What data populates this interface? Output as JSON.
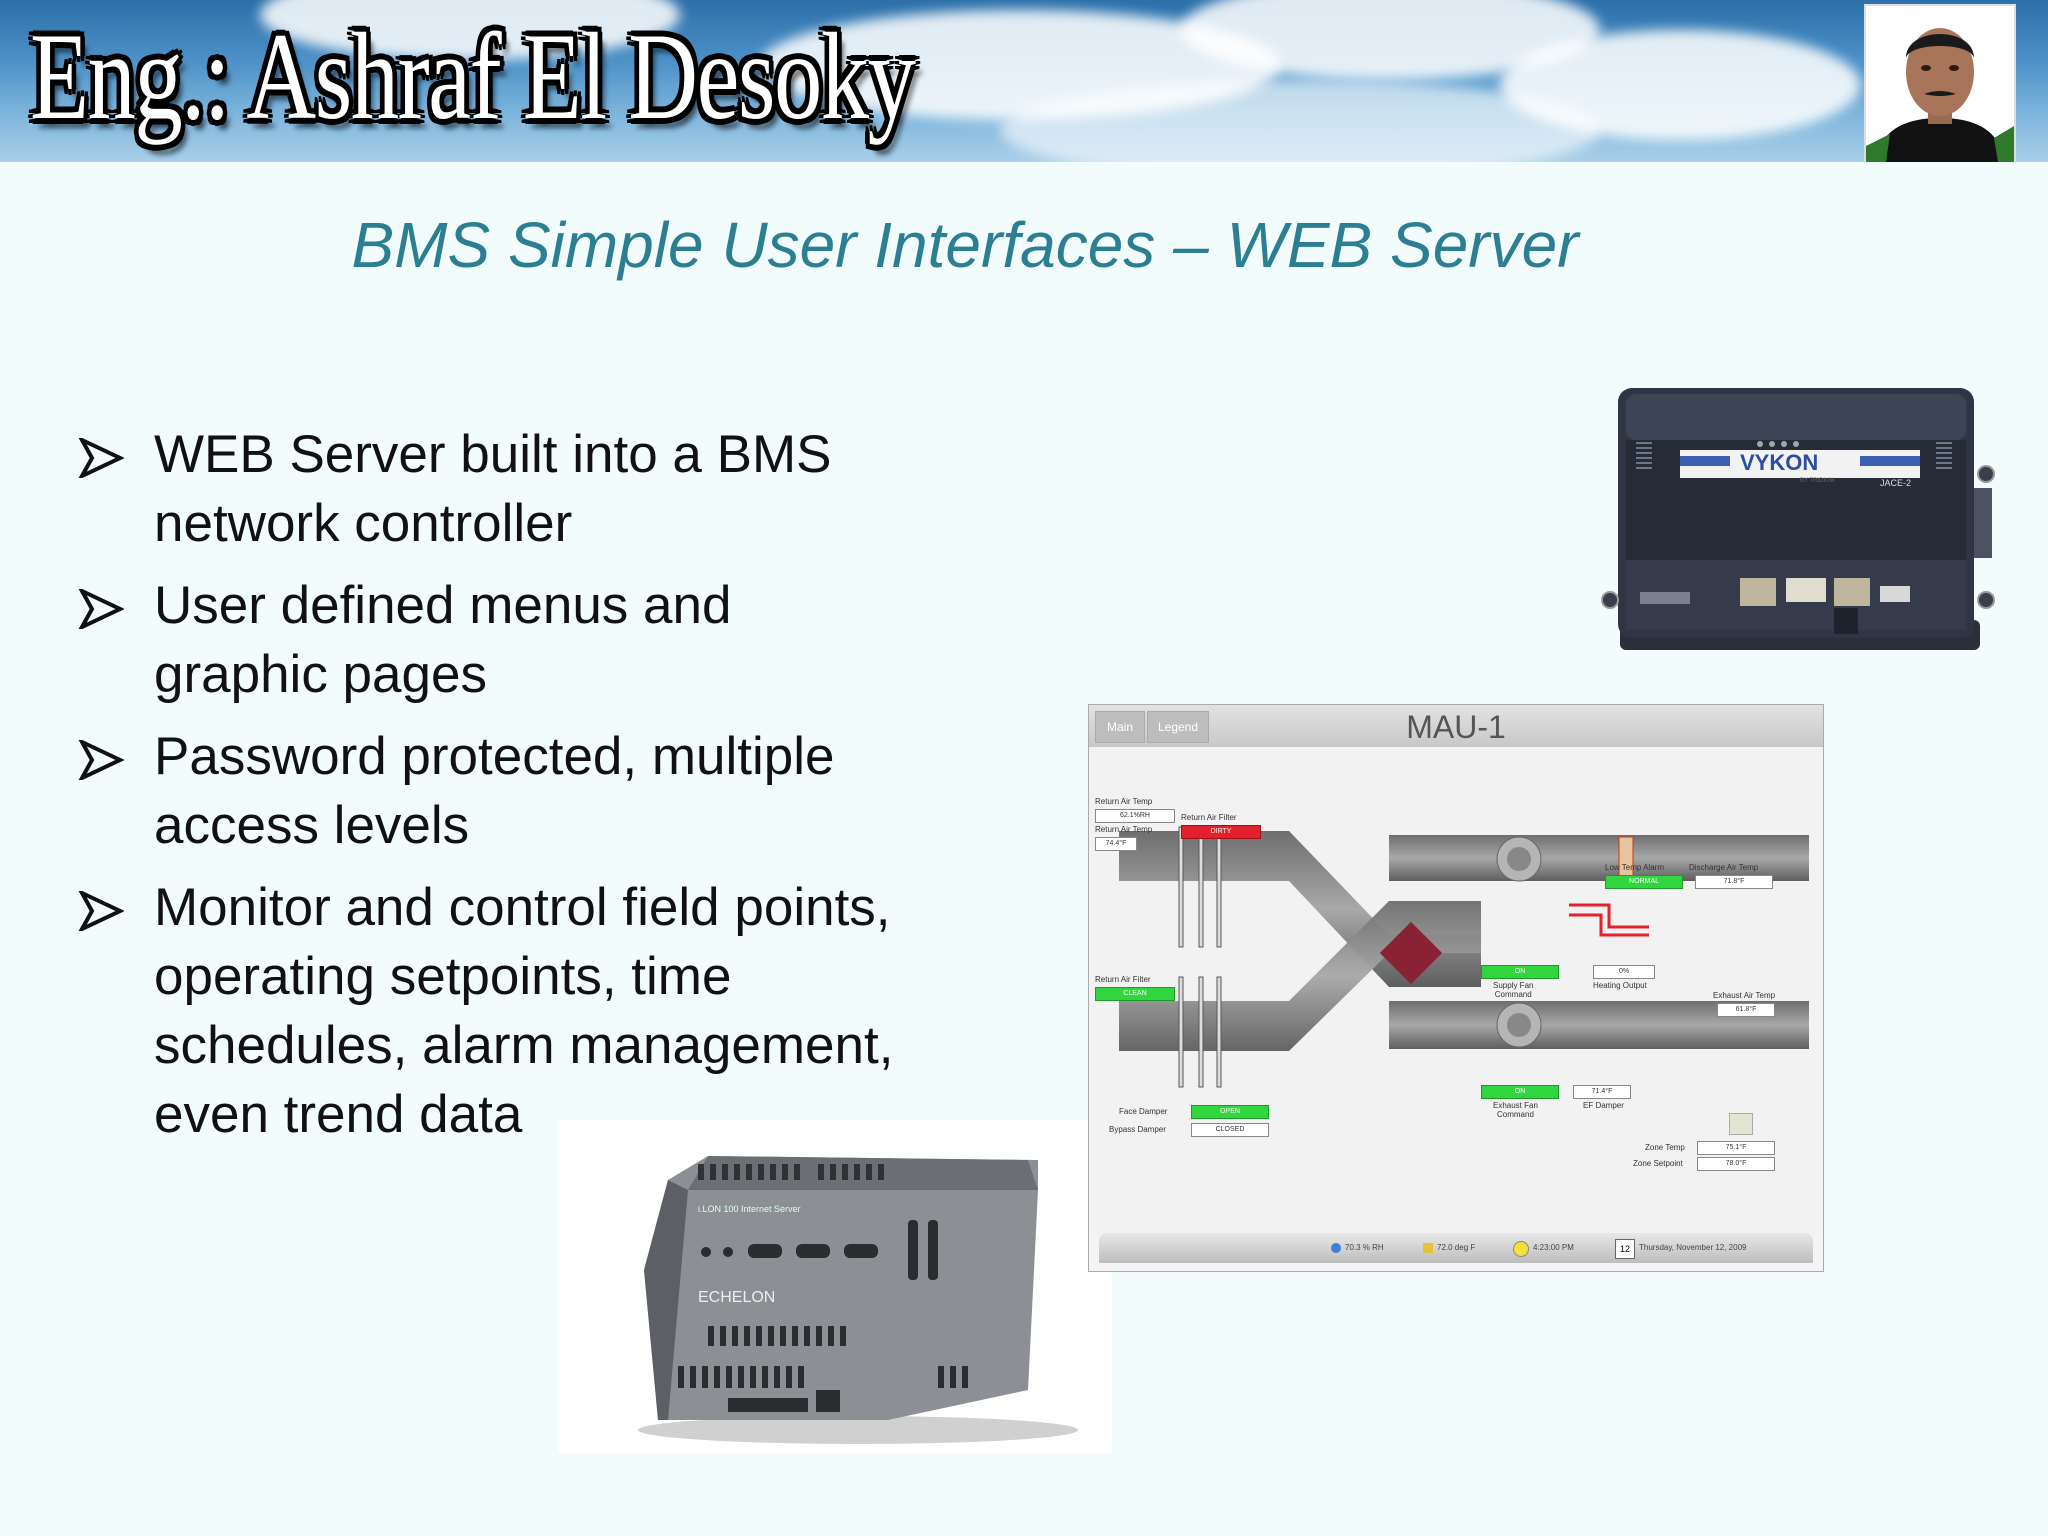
{
  "banner": {
    "title": "Eng.: Ashraf El Desoky"
  },
  "slide": {
    "title": "BMS Simple User Interfaces – WEB Server"
  },
  "bullets": [
    {
      "text": "WEB Server built into a BMS\nnetwork  controller"
    },
    {
      "text": "User defined menus and\ngraphic  pages"
    },
    {
      "text": "Password protected, multiple\naccess  levels"
    },
    {
      "text": "Monitor and control field points,\noperating setpoints, time\nschedules,  alarm management,\neven trend data"
    }
  ],
  "jace": {
    "brand": "VYKON",
    "sub": "BY TRIDIUM",
    "model": "JACE-2"
  },
  "echelon": {
    "brand": "ECHELON",
    "label": "i.LON 100 Internet Server"
  },
  "mau": {
    "title": "MAU-1",
    "tabs": [
      "Main",
      "Legend"
    ],
    "points": {
      "return_air_temp_label": "Return Air Temp",
      "return_air_rh": "62.1%RH",
      "return_air_temp_label2": "Return Air Temp",
      "return_air_temp": "74.4°F",
      "return_air_filter_label": "Return Air Filter",
      "return_air_filter": "DIRTY",
      "return_air_filter_label2": "Return Air Filter",
      "return_air_filter2": "CLEAN",
      "low_temp_alarm_label": "Low Temp Alarm",
      "low_temp_alarm": "NORMAL",
      "discharge_air_temp_label": "Discharge Air Temp",
      "discharge_air_temp": "71.8°F",
      "supply_fan": "ON",
      "supply_fan_label": "Supply Fan\nCommand",
      "heating_output": "0%",
      "heating_output_label": "Heating Output",
      "exhaust_air_temp_label": "Exhaust Air Temp",
      "exhaust_air_temp": "61.8°F",
      "exhaust_fan": "ON",
      "exhaust_fan_label": "Exhaust Fan\nCommand",
      "ef_damper": "71.4°F",
      "ef_damper_label": "EF Damper",
      "face_damper_label": "Face Damper",
      "face_damper": "OPEN",
      "bypass_damper_label": "Bypass Damper",
      "bypass_damper": "CLOSED",
      "zone_temp_label": "Zone Temp",
      "zone_temp": "75.1°F",
      "zone_setpoint_label": "Zone Setpoint",
      "zone_setpoint": "78.0°F"
    },
    "status": {
      "humidity": "70.3 % RH",
      "temp": "72.0 deg F",
      "time": "4:23:00 PM",
      "date": "Thursday, November 12, 2009",
      "day": "12"
    }
  },
  "colors": {
    "title": "#2c7f93",
    "background": "#f3fcfd",
    "alarm_red": "#e3212d",
    "ok_green": "#31d53e"
  }
}
